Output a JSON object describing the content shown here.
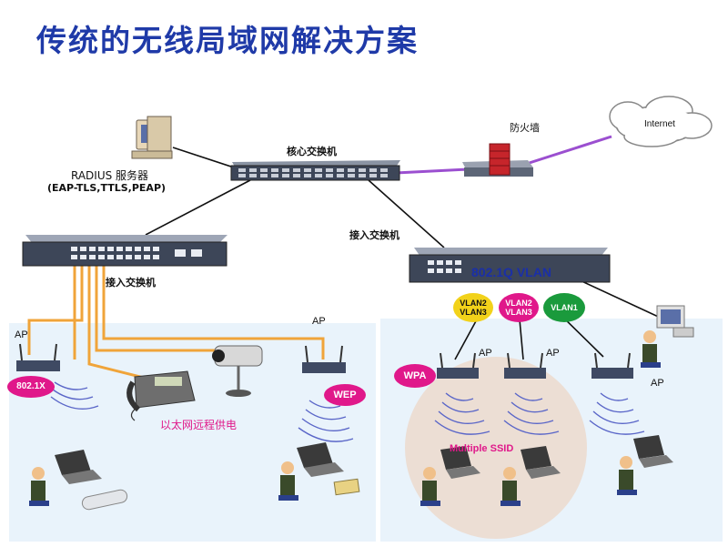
{
  "title": "传统的无线局域网解决方案",
  "labels": {
    "core_switch": "核心交换机",
    "access_switch_left": "接入交换机",
    "access_switch_right": "接入交换机",
    "firewall": "防火墙",
    "internet": "Internet",
    "radius_line1": "RADIUS 服务器",
    "radius_line2": "(EAP-TLS,TTLS,PEAP)",
    "poe": "以太网远程供电",
    "multiple_ssid": "Multiple SSID",
    "vlan_header": "802.1Q VLAN",
    "ap": "AP"
  },
  "badges": {
    "dot1x": "802.1X",
    "wep": "WEP",
    "wpa": "WPA",
    "vlan_a": "VLAN2\nVLAN3",
    "vlan_b": "VLAN2\nVLAN3",
    "vlan_c": "VLAN1"
  },
  "colors": {
    "title": "#1f3aa8",
    "zone_bg": "#e9f3fb",
    "badge_pink": "#e0188a",
    "badge_yellow": "#f2d21a",
    "badge_green": "#1a9a3c",
    "vlan_text": "#1a2fa8",
    "poe_cable": "#f0a43a",
    "internet_link": "#9b4fd0",
    "ssid_circle": "#ecdcd2"
  }
}
